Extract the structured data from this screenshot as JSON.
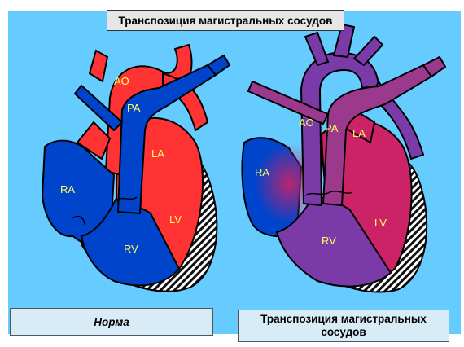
{
  "title": "Транспозиция магистральных сосудов",
  "captions": {
    "normal": "Норма",
    "transposition": "Транспозиция магистральных сосудов"
  },
  "labels": {
    "ao": "AO",
    "pa": "PA",
    "la": "LA",
    "lv": "LV",
    "ra": "RA",
    "rv": "RV"
  },
  "colors": {
    "background": "#66ccff",
    "venous_blue": "#0044cc",
    "arterial_red": "#ff3333",
    "mixed_purple": "#7a3aa8",
    "mixed_magenta": "#cc2266",
    "label_yellow": "#ffff66"
  }
}
